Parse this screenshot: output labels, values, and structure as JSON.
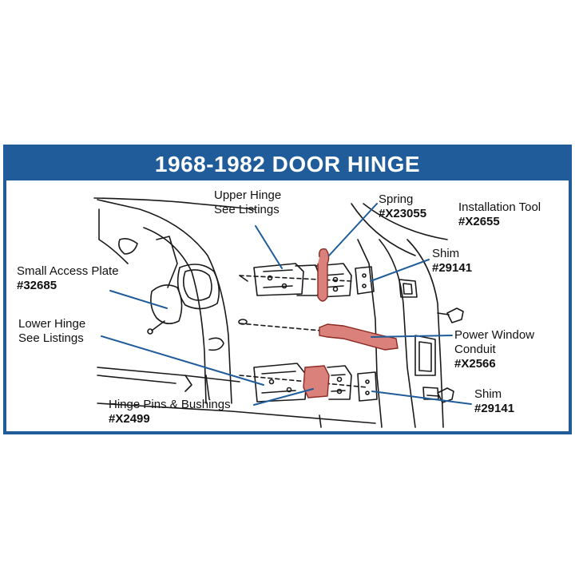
{
  "title": "1968-1982 DOOR HINGE",
  "colors": {
    "frame": "#1f5c99",
    "leader": "#1f5c99",
    "highlight": "#d9817a",
    "line": "#1a1a1a"
  },
  "callouts": {
    "upper_hinge": {
      "line1": "Upper Hinge",
      "line2": "See Listings"
    },
    "spring": {
      "name": "Spring",
      "part": "#X23055"
    },
    "installation_tool": {
      "name": "Installation Tool",
      "part": "#X2655"
    },
    "shim_upper": {
      "name": "Shim",
      "part": "#29141"
    },
    "small_access_plate": {
      "name": "Small Access Plate",
      "part": "#32685"
    },
    "lower_hinge": {
      "line1": "Lower Hinge",
      "line2": "See Listings"
    },
    "power_window_conduit": {
      "line1": "Power Window",
      "line2": "Conduit",
      "part": "#X2566"
    },
    "shim_lower": {
      "name": "Shim",
      "part": "#29141"
    },
    "hinge_pins": {
      "name": "Hinge Pins & Bushings",
      "part": "#X2499"
    }
  }
}
